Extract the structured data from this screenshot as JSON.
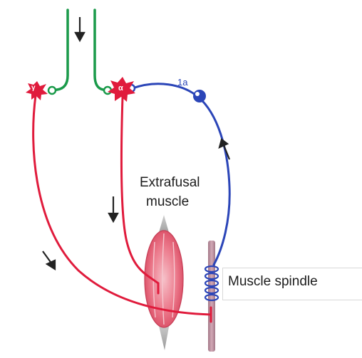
{
  "labels": {
    "afferent": "1a",
    "alpha_symbol": "α",
    "gamma_symbol": "γ",
    "extrafusal_line1": "Extrafusal",
    "extrafusal_line2": "muscle",
    "muscle_spindle": "Muscle spindle"
  },
  "colors": {
    "motor_neuron": "#e01b3c",
    "descending_tract": "#1a9a4a",
    "afferent_fiber": "#2b45b8",
    "muscle_fill": "#f09aa6",
    "spindle_fill": "#b88a9a",
    "arrow": "#222222"
  },
  "icons": {
    "flow_arrows": "direction-arrow-icon",
    "neuron_bodies": "star-shaped-cell-icon",
    "synapses": "open-circle-synapse-icon"
  }
}
